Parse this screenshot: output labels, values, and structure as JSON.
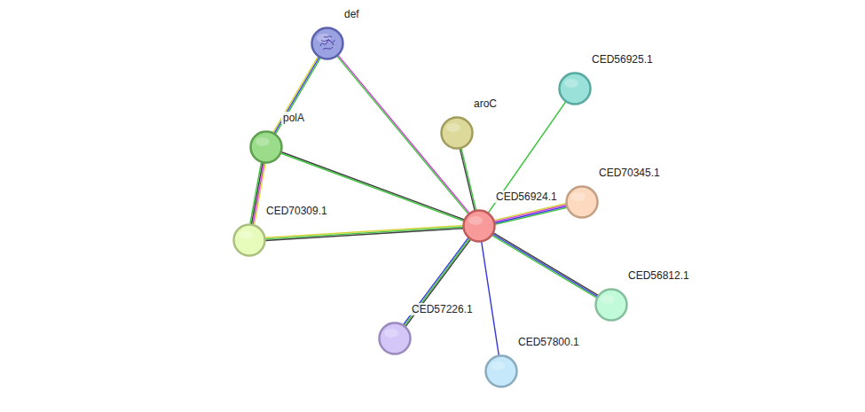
{
  "diagram": {
    "nodes": [
      {
        "text": [
          "def"
        ]
      },
      {
        "text": [
          "CED56925.1"
        ]
      },
      {
        "text": [
          "aroC"
        ]
      },
      {
        "text": [
          "polA"
        ]
      },
      {
        "text": [
          "CED70345.1"
        ]
      },
      {
        "text": [
          "CED56924.1"
        ]
      },
      {
        "text": [
          "CED70309.1"
        ]
      },
      {
        "text": [
          "CED56812.1"
        ]
      },
      {
        "text": [
          "CED57226.1"
        ]
      },
      {
        "text": [
          "CED57800.1"
        ]
      }
    ],
    "edges": [
      {
        "from": 0,
        "to": 3,
        "arrow": "none"
      },
      {
        "from": 0,
        "to": 5,
        "arrow": "none"
      },
      {
        "from": 3,
        "to": 5,
        "arrow": "none"
      },
      {
        "from": 3,
        "to": 6,
        "arrow": "none"
      },
      {
        "from": 6,
        "to": 5,
        "arrow": "none"
      },
      {
        "from": 2,
        "to": 5,
        "arrow": "none"
      },
      {
        "from": 1,
        "to": 5,
        "arrow": "none"
      },
      {
        "from": 4,
        "to": 5,
        "arrow": "none"
      },
      {
        "from": 7,
        "to": 5,
        "arrow": "none"
      },
      {
        "from": 8,
        "to": 5,
        "arrow": "none"
      },
      {
        "from": 9,
        "to": 5,
        "arrow": "none"
      }
    ]
  }
}
